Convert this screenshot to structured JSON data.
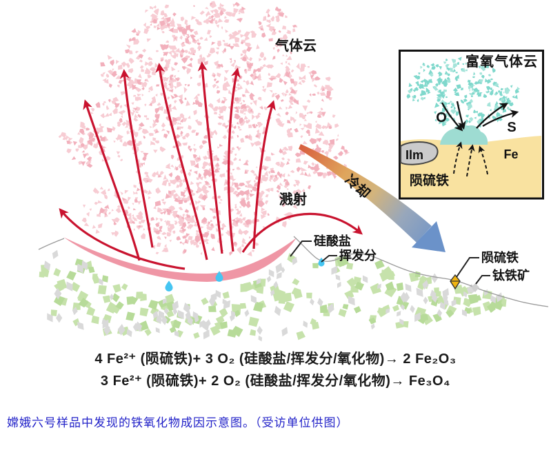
{
  "figure": {
    "main": {
      "gas_cloud_label": "气体云",
      "sputter_label": "溅射",
      "cooling_label": "冷却",
      "silicate_label": "硅酸盐",
      "volatiles_label": "挥发分",
      "troilite_label": "陨硫铁",
      "ilmenite_label": "钛铁矿"
    },
    "inset": {
      "title": "富氧气体云",
      "oxygen_label": "O",
      "sulfur_label": "S",
      "ilmenite_label": "Ilm",
      "iron_label": "Fe",
      "troilite_label": "陨硫铁"
    },
    "equations": [
      "4 Fe²⁺ (陨硫铁)+ 3 O₂ (硅酸盐/挥发分/氧化物)→ 2 Fe₂O₃",
      "3 Fe²⁺ (陨硫铁)+ 2 O₂ (硅酸盐/挥发分/氧化物)→ Fe₃O₄"
    ],
    "caption": "嫦娥六号样品中发现的铁氧化物成因示意图。（受访单位供图）",
    "colors": {
      "arrow_red": "#c9132f",
      "cloud_pink": "#f7ccd3",
      "cloud_pink_dark": "#f2b0bc",
      "melt_pink": "#ef96a5",
      "regolith_green": "#c6e2ab",
      "regolith_green_dark": "#b7db99",
      "regolith_gray": "#d9d9d9",
      "droplet_blue": "#45c5f2",
      "troilite_gold": "#f0b411",
      "inset_teal": "#7fd8cc",
      "inset_teal_light": "#a5e4da",
      "inset_sand": "#f9e2a0",
      "inset_mound": "#9edcd2",
      "cooling_warm": "#d85f3e",
      "cooling_cool": "#6b92c9",
      "caption_blue": "#2121c8"
    }
  }
}
